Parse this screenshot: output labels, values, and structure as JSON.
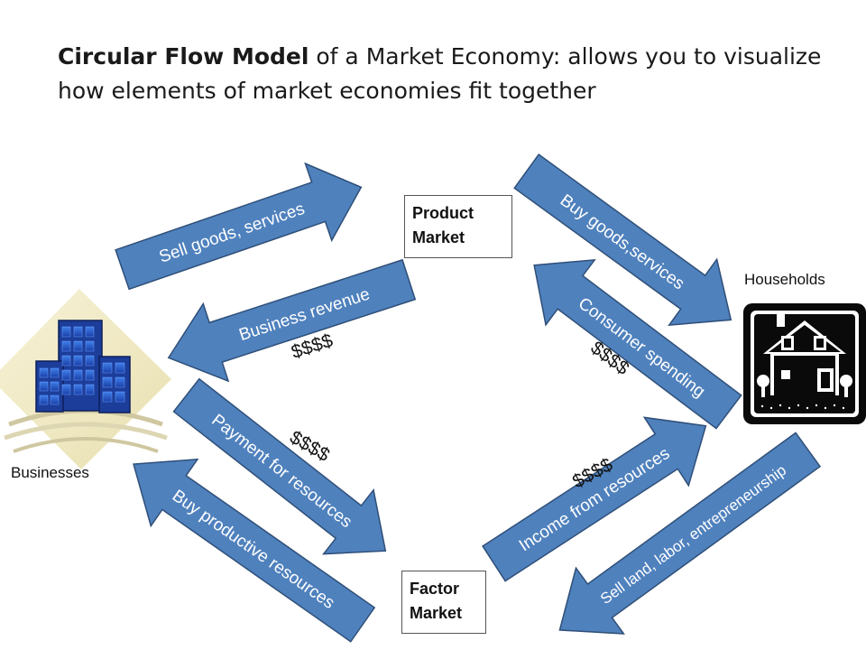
{
  "title": {
    "bold": "Circular Flow Model",
    "rest": " of a Market Economy: allows you to visualize how elements of market economies fit together"
  },
  "product_market": {
    "line1": "Product",
    "line2": "Market"
  },
  "factor_market": {
    "line1": "Factor",
    "line2": "Market"
  },
  "businesses_label": "Businesses",
  "households_label": "Households",
  "arrows": {
    "sell_goods": "Sell goods, services",
    "business_revenue": "Business revenue",
    "buy_goods": "Buy goods,services",
    "consumer_spending": "Consumer spending",
    "payment_resources": "Payment for resources",
    "buy_productive": "Buy productive resources",
    "income_resources": "Income from resources",
    "sell_land": "Sell land, labor, entrepreneurship"
  },
  "money": {
    "business_revenue": "$$$$",
    "consumer_spending": "$$$$",
    "payment_resources": "$$$$",
    "income_resources": "$$$$"
  },
  "colors": {
    "arrow_fill": "#4f81bd",
    "arrow_stroke": "#2f4f78",
    "arrow_text": "#ffffff",
    "money_text": "#111111"
  }
}
